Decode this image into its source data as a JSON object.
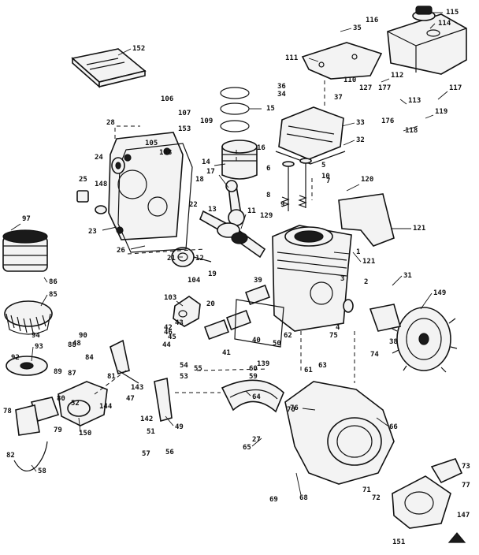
{
  "diagram": {
    "labels": [
      {
        "id": "l1",
        "text": "1"
      },
      {
        "id": "l2",
        "text": "2"
      },
      {
        "id": "l3",
        "text": "3"
      },
      {
        "id": "l4",
        "text": "4"
      },
      {
        "id": "l5",
        "text": "5"
      },
      {
        "id": "l6",
        "text": "6"
      },
      {
        "id": "l7",
        "text": "7"
      },
      {
        "id": "l8",
        "text": "8"
      },
      {
        "id": "l9",
        "text": "9"
      },
      {
        "id": "l10",
        "text": "10"
      },
      {
        "id": "l11",
        "text": "11"
      },
      {
        "id": "l12",
        "text": "12"
      },
      {
        "id": "l13",
        "text": "13"
      },
      {
        "id": "l14",
        "text": "14"
      },
      {
        "id": "l15",
        "text": "15"
      },
      {
        "id": "l16",
        "text": "16"
      },
      {
        "id": "l17",
        "text": "17"
      },
      {
        "id": "l18",
        "text": "18"
      },
      {
        "id": "l19",
        "text": "19"
      },
      {
        "id": "l20",
        "text": "20"
      },
      {
        "id": "l21",
        "text": "21"
      },
      {
        "id": "l22",
        "text": "22"
      },
      {
        "id": "l23",
        "text": "23"
      },
      {
        "id": "l24",
        "text": "24"
      },
      {
        "id": "l25",
        "text": "25"
      },
      {
        "id": "l26",
        "text": "26"
      },
      {
        "id": "l27",
        "text": "27"
      },
      {
        "id": "l28",
        "text": "28"
      },
      {
        "id": "l31",
        "text": "31"
      },
      {
        "id": "l32",
        "text": "32"
      },
      {
        "id": "l33",
        "text": "33"
      },
      {
        "id": "l34",
        "text": "34"
      },
      {
        "id": "l35",
        "text": "35"
      },
      {
        "id": "l36",
        "text": "36"
      },
      {
        "id": "l37",
        "text": "37"
      },
      {
        "id": "l38",
        "text": "38"
      },
      {
        "id": "l39",
        "text": "39"
      },
      {
        "id": "l40",
        "text": "40"
      },
      {
        "id": "l41",
        "text": "41"
      },
      {
        "id": "l42",
        "text": "42"
      },
      {
        "id": "l43",
        "text": "43"
      },
      {
        "id": "l44",
        "text": "44"
      },
      {
        "id": "l45",
        "text": "45"
      },
      {
        "id": "l46",
        "text": "46"
      },
      {
        "id": "l47",
        "text": "47"
      },
      {
        "id": "l48",
        "text": "48"
      },
      {
        "id": "l49",
        "text": "49"
      },
      {
        "id": "l50",
        "text": "50"
      },
      {
        "id": "l51",
        "text": "51"
      },
      {
        "id": "l52",
        "text": "52"
      },
      {
        "id": "l53",
        "text": "53"
      },
      {
        "id": "l54",
        "text": "54"
      },
      {
        "id": "l55",
        "text": "55"
      },
      {
        "id": "l56",
        "text": "56"
      },
      {
        "id": "l57",
        "text": "57"
      },
      {
        "id": "l58",
        "text": "58"
      },
      {
        "id": "l59",
        "text": "59"
      },
      {
        "id": "l60",
        "text": "60"
      },
      {
        "id": "l61",
        "text": "61"
      },
      {
        "id": "l62",
        "text": "62"
      },
      {
        "id": "l63",
        "text": "63"
      },
      {
        "id": "l64",
        "text": "64"
      },
      {
        "id": "l65",
        "text": "65"
      },
      {
        "id": "l66",
        "text": "66"
      },
      {
        "id": "l68",
        "text": "68"
      },
      {
        "id": "l69",
        "text": "69"
      },
      {
        "id": "l70",
        "text": "70"
      },
      {
        "id": "l71",
        "text": "71"
      },
      {
        "id": "l72",
        "text": "72"
      },
      {
        "id": "l73",
        "text": "73"
      },
      {
        "id": "l74",
        "text": "74"
      },
      {
        "id": "l75",
        "text": "75"
      },
      {
        "id": "l76",
        "text": "76"
      },
      {
        "id": "l77",
        "text": "77"
      },
      {
        "id": "l78",
        "text": "78"
      },
      {
        "id": "l79",
        "text": "79"
      },
      {
        "id": "l80",
        "text": "80"
      },
      {
        "id": "l81",
        "text": "81"
      },
      {
        "id": "l82",
        "text": "82"
      },
      {
        "id": "l84",
        "text": "84"
      },
      {
        "id": "l85",
        "text": "85"
      },
      {
        "id": "l86",
        "text": "86"
      },
      {
        "id": "l87",
        "text": "87"
      },
      {
        "id": "l88",
        "text": "88"
      },
      {
        "id": "l89",
        "text": "89"
      },
      {
        "id": "l90",
        "text": "90"
      },
      {
        "id": "l92",
        "text": "92"
      },
      {
        "id": "l93",
        "text": "93"
      },
      {
        "id": "l94",
        "text": "94"
      },
      {
        "id": "l97",
        "text": "97"
      },
      {
        "id": "l103",
        "text": "103"
      },
      {
        "id": "l104",
        "text": "104"
      },
      {
        "id": "l105",
        "text": "105"
      },
      {
        "id": "l106",
        "text": "106"
      },
      {
        "id": "l107",
        "text": "107"
      },
      {
        "id": "l108",
        "text": "108"
      },
      {
        "id": "l109",
        "text": "109"
      },
      {
        "id": "l110",
        "text": "110"
      },
      {
        "id": "l111",
        "text": "111"
      },
      {
        "id": "l112",
        "text": "112"
      },
      {
        "id": "l113",
        "text": "113"
      },
      {
        "id": "l114",
        "text": "114"
      },
      {
        "id": "l115",
        "text": "115"
      },
      {
        "id": "l116",
        "text": "116"
      },
      {
        "id": "l117",
        "text": "117"
      },
      {
        "id": "l118",
        "text": "118"
      },
      {
        "id": "l119",
        "text": "119"
      },
      {
        "id": "l120",
        "text": "120"
      },
      {
        "id": "l121",
        "text": "121"
      },
      {
        "id": "l121b",
        "text": "121"
      },
      {
        "id": "l127",
        "text": "127"
      },
      {
        "id": "l129",
        "text": "129"
      },
      {
        "id": "l139",
        "text": "139"
      },
      {
        "id": "l142",
        "text": "142"
      },
      {
        "id": "l143",
        "text": "143"
      },
      {
        "id": "l144",
        "text": "144"
      },
      {
        "id": "l147",
        "text": "147"
      },
      {
        "id": "l148",
        "text": "148"
      },
      {
        "id": "l149",
        "text": "149"
      },
      {
        "id": "l150",
        "text": "150"
      },
      {
        "id": "l151",
        "text": "151"
      },
      {
        "id": "l152",
        "text": "152"
      },
      {
        "id": "l153",
        "text": "153"
      },
      {
        "id": "l176",
        "text": "176"
      },
      {
        "id": "l177",
        "text": "177"
      }
    ]
  }
}
